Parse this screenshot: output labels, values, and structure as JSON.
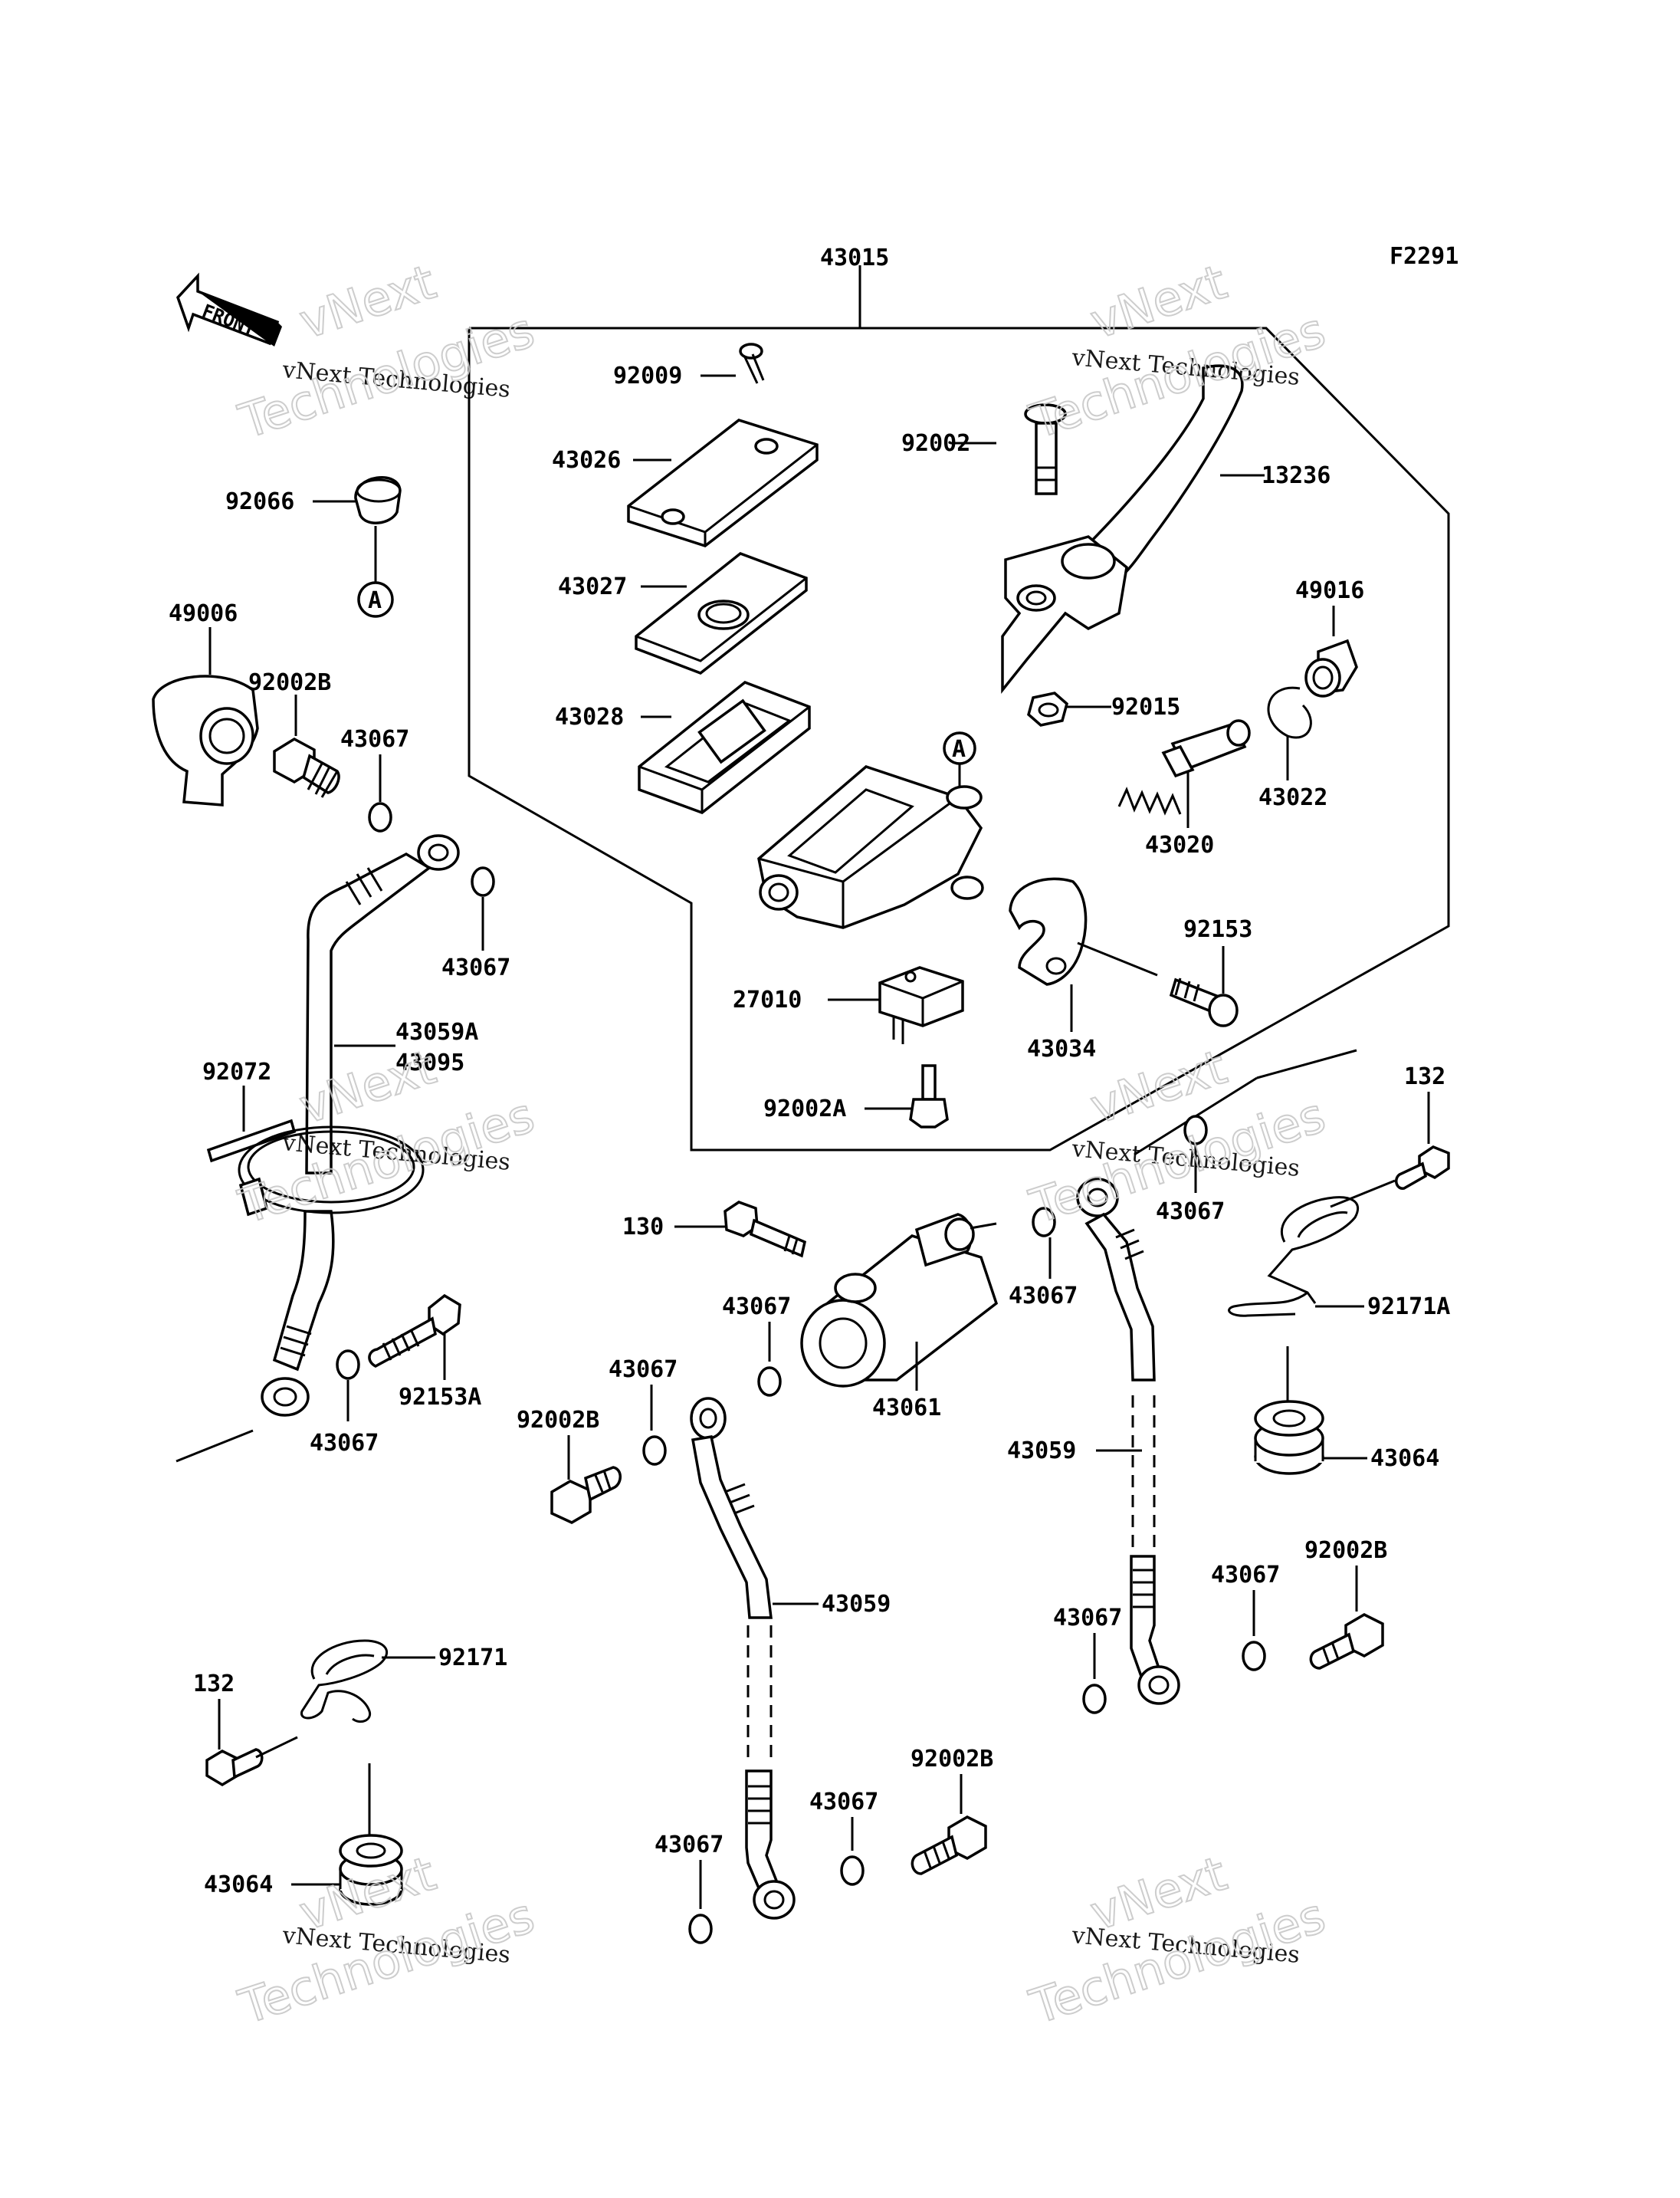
{
  "figure_code": "F2291",
  "front_label": "FRONT",
  "marker_a": "A",
  "watermark": {
    "line1": "vNext",
    "line2": "vNext Technologies",
    "line3": "Technologies"
  },
  "parts": {
    "p43015": "43015",
    "p92009": "92009",
    "p92002": "92002",
    "p13236": "13236",
    "p43026": "43026",
    "p43027": "43027",
    "p43028": "43028",
    "p49016": "49016",
    "p92015": "92015",
    "p43022": "43022",
    "p43020": "43020",
    "p92153": "92153",
    "p43034": "43034",
    "p27010": "27010",
    "p92002A": "92002A",
    "p92066": "92066",
    "p49006": "49006",
    "p92002B_a": "92002B",
    "p43067_a": "43067",
    "p43067_b": "43067",
    "p43059A": "43059A",
    "p43095": "43095",
    "p92072": "92072",
    "p92153A": "92153A",
    "p43067_c": "43067",
    "p130": "130",
    "p43067_d": "43067",
    "p43061": "43061",
    "p43067_e": "43067",
    "p92002B_b": "92002B",
    "p43059_a": "43059",
    "p43067_f": "43067",
    "p43067_g": "43067",
    "p132_a": "132",
    "p92171A": "92171A",
    "p43064_a": "43064",
    "p43059_b": "43059",
    "p43067_h": "43067",
    "p92002B_c": "92002B",
    "p43067_i": "43067",
    "p132_b": "132",
    "p92171": "92171",
    "p43064_b": "43064",
    "p43067_j": "43067",
    "p43067_k": "43067",
    "p92002B_d": "92002B"
  }
}
